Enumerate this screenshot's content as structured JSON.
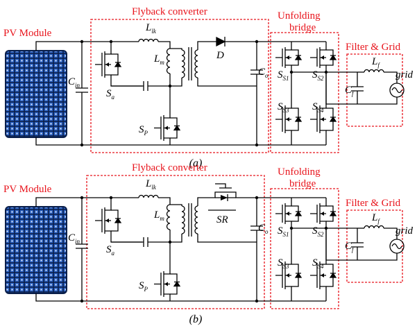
{
  "diagrams": [
    {
      "caption": "(a)",
      "labels": {
        "pv_module": "PV Module",
        "flyback": "Flyback converter",
        "unfolding_line1": "Unfolding",
        "unfolding_line2": "bridge",
        "filter_grid": "Filter & Grid",
        "grid": "grid"
      },
      "symbols": {
        "L_lk": {
          "main": "L",
          "sub": "lk"
        },
        "L_m": {
          "main": "L",
          "sub": "m"
        },
        "D": {
          "main": "D",
          "sub": ""
        },
        "C_in": {
          "main": "C",
          "sub": "in"
        },
        "S_a": {
          "main": "S",
          "sub": "a"
        },
        "S_P": {
          "main": "S",
          "sub": "P"
        },
        "C_o": {
          "main": "C",
          "sub": "o"
        },
        "S_S1": {
          "main": "S",
          "sub": "S1"
        },
        "S_S2": {
          "main": "S",
          "sub": "S2"
        },
        "S_S3": {
          "main": "S",
          "sub": "S3"
        },
        "S_S4": {
          "main": "S",
          "sub": "S4"
        },
        "L_f": {
          "main": "L",
          "sub": "f"
        },
        "C_f": {
          "main": "C",
          "sub": "f"
        }
      },
      "rectifier": "diode"
    },
    {
      "caption": "(b)",
      "labels": {
        "pv_module": "PV Module",
        "flyback": "Flyback converter",
        "unfolding_line1": "Unfolding",
        "unfolding_line2": "bridge",
        "filter_grid": "Filter & Grid",
        "grid": "grid"
      },
      "symbols": {
        "L_lk": {
          "main": "L",
          "sub": "lk"
        },
        "L_m": {
          "main": "L",
          "sub": "m"
        },
        "SR": {
          "main": "SR",
          "sub": ""
        },
        "C_in": {
          "main": "C",
          "sub": "in"
        },
        "S_a": {
          "main": "S",
          "sub": "a"
        },
        "S_P": {
          "main": "S",
          "sub": "P"
        },
        "C_o": {
          "main": "C",
          "sub": "o"
        },
        "S_S1": {
          "main": "S",
          "sub": "S1"
        },
        "S_S2": {
          "main": "S",
          "sub": "S2"
        },
        "S_S3": {
          "main": "S",
          "sub": "S3"
        },
        "S_S4": {
          "main": "S",
          "sub": "S4"
        },
        "L_f": {
          "main": "L",
          "sub": "f"
        },
        "C_f": {
          "main": "C",
          "sub": "f"
        }
      },
      "rectifier": "synchronous-mosfet"
    }
  ],
  "colors": {
    "wire": "#000000",
    "annotation": "#e8141c",
    "pv_cell": "#1f4fa8",
    "pv_frame": "#0b1f4a"
  }
}
